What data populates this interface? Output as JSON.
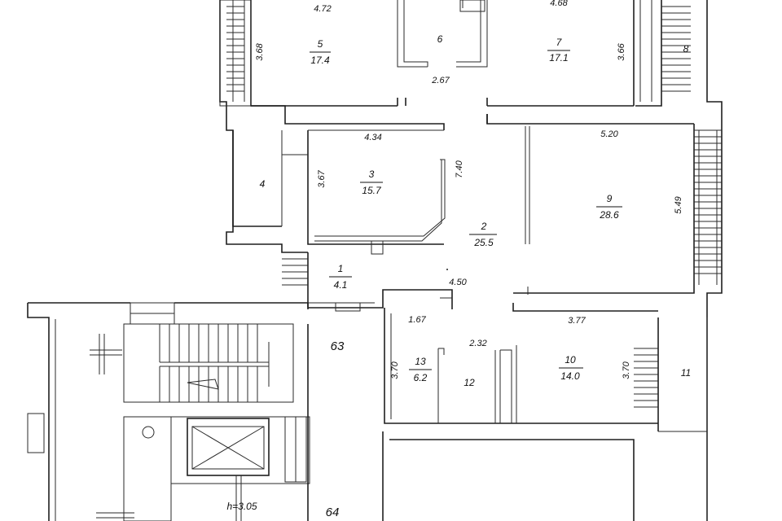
{
  "plan": {
    "rooms": [
      {
        "id": "room-1",
        "number": "1",
        "area": "4.1"
      },
      {
        "id": "room-2",
        "number": "2",
        "area": "25.5"
      },
      {
        "id": "room-3",
        "number": "3",
        "area": "15.7"
      },
      {
        "id": "room-4",
        "number": "4",
        "area": ""
      },
      {
        "id": "room-5",
        "number": "5",
        "area": "17.4"
      },
      {
        "id": "room-6",
        "number": "6",
        "area": ""
      },
      {
        "id": "room-7",
        "number": "7",
        "area": "17.1"
      },
      {
        "id": "room-8",
        "number": "8",
        "area": ""
      },
      {
        "id": "room-9",
        "number": "9",
        "area": "28.6"
      },
      {
        "id": "room-10",
        "number": "10",
        "area": "14.0"
      },
      {
        "id": "room-11",
        "number": "11",
        "area": ""
      },
      {
        "id": "room-12",
        "number": "12",
        "area": ""
      },
      {
        "id": "room-13",
        "number": "13",
        "area": "6.2"
      }
    ],
    "dimensions": {
      "room5_width": "4.72",
      "room5_depth": "3.68",
      "room7_width": "4.68",
      "room7_depth": "3.66",
      "room6_width": "2.67",
      "room3_width": "4.34",
      "room3_depth": "3.67",
      "room2_length": "7.40",
      "room2_width": "4.50",
      "room9_width": "5.20",
      "room9_depth": "5.49",
      "room13_width": "1.67",
      "room13_depth": "3.70",
      "room12_width": "2.32",
      "room10_width": "3.77",
      "room10_depth": "3.70"
    },
    "sections": {
      "stair_section": "63",
      "lower_section": "64",
      "ceiling_height": "h=3.05"
    }
  }
}
